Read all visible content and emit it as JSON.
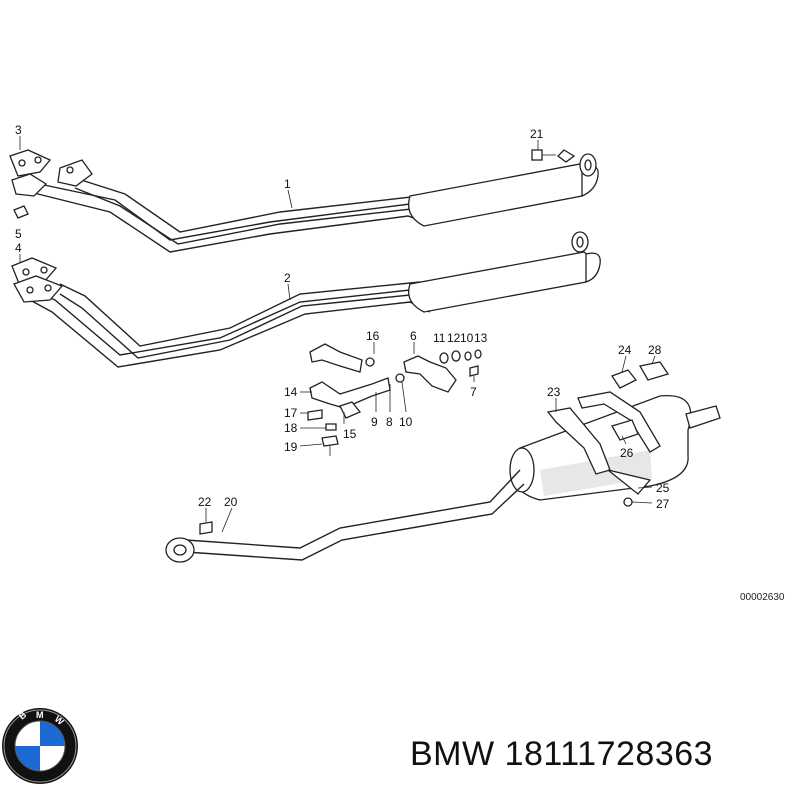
{
  "diagram": {
    "drawing_id": "00002630",
    "callouts": {
      "c1": "1",
      "c2": "2",
      "c3": "3",
      "c4": "4",
      "c5": "5",
      "c6": "6",
      "c7": "7",
      "c8": "8",
      "c9": "9",
      "c10a": "10",
      "c10b": "10",
      "c11": "11",
      "c12": "12",
      "c13": "13",
      "c14": "14",
      "c15": "15",
      "c16": "16",
      "c17": "17",
      "c18": "18",
      "c19": "19",
      "c20": "20",
      "c21": "21",
      "c22": "22",
      "c23": "23",
      "c24": "24",
      "c25": "25",
      "c26": "26",
      "c27": "27",
      "c28": "28"
    }
  },
  "caption": {
    "brand": "BMW",
    "part_number": "18111728363"
  },
  "logo": {
    "letters": "BMW",
    "colors": {
      "blue": "#1c69d4",
      "white": "#ffffff",
      "ring": "#111111"
    }
  }
}
